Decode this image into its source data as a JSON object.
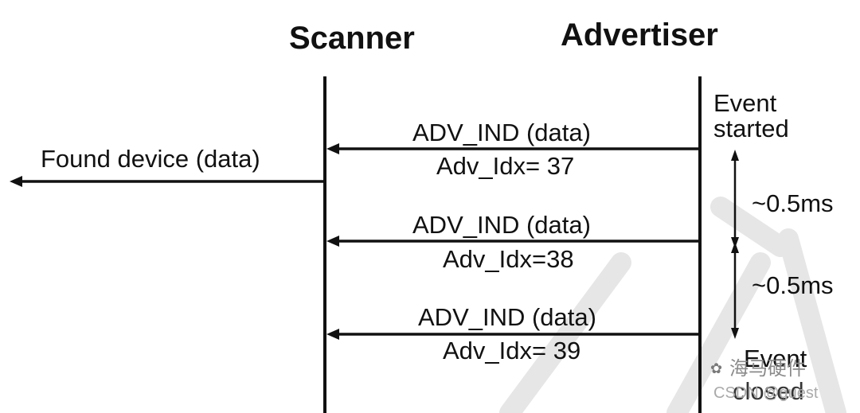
{
  "lifelines": {
    "scanner": "Scanner",
    "advertiser": "Advertiser"
  },
  "scanner_output": "Found device (data)",
  "messages": [
    {
      "name": "ADV_IND (data)",
      "index": "Adv_Idx= 37"
    },
    {
      "name": "ADV_IND (data)",
      "index": "Adv_Idx=38"
    },
    {
      "name": "ADV_IND (data)",
      "index": "Adv_Idx= 39"
    }
  ],
  "event": {
    "start_line1": "Event",
    "start_line2": "started",
    "end_line1": "Event",
    "end_line2": "closed"
  },
  "intervals": [
    "~0.5ms",
    "~0.5ms"
  ],
  "watermark": {
    "wechat": "海马硬件",
    "csdn": "CSDN @guest"
  },
  "colors": {
    "line": "#111111",
    "text": "#111111",
    "watermark": "#9a9a9a"
  }
}
